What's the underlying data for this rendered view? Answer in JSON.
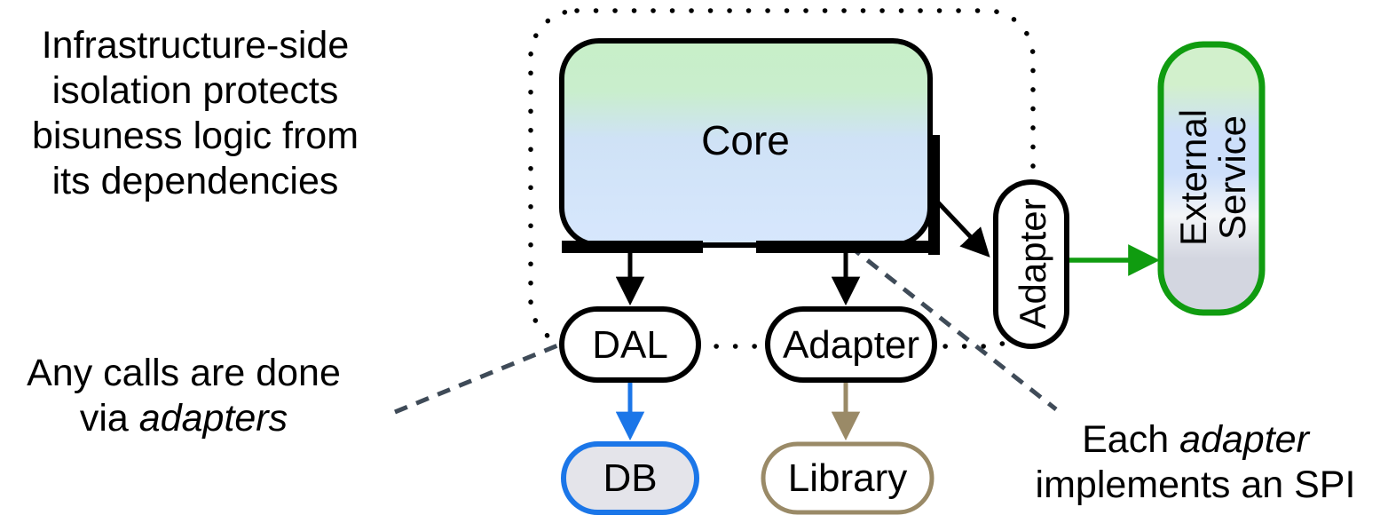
{
  "notes": {
    "isolation": {
      "lines": [
        "Infrastructure-side",
        "isolation protects",
        "bisuness logic from",
        "its dependencies"
      ]
    },
    "calls": {
      "line1": "Any calls are done",
      "line2_prefix": "via ",
      "line2_italic": "adapters"
    },
    "spi": {
      "line1_prefix": "Each ",
      "line1_italic": "adapter",
      "line2": "implements an SPI"
    }
  },
  "nodes": {
    "core": {
      "label": "Core"
    },
    "dal": {
      "label": "DAL"
    },
    "adapter_bottom": {
      "label": "Adapter"
    },
    "adapter_right": {
      "label": "Adapter"
    },
    "db": {
      "label": "DB"
    },
    "library": {
      "label": "Library"
    },
    "external_service": {
      "label_line1": "External",
      "label_line2": "Service"
    }
  },
  "colors": {
    "node_border_black": "#000000",
    "db_arrow_blue": "#1b76e8",
    "db_fill_gray": "#e4e4ea",
    "library_tan": "#9a8a67",
    "external_green": "#109c10",
    "annotation_dash_gray": "#3f4b58",
    "core_gradient_top_green": "#c8efc8",
    "core_gradient_mid_green": "#c9eecd",
    "core_gradient_mid_blue": "#cfe2f6",
    "core_gradient_bottom_blue": "#d7e7fd",
    "ext_gradient_green": "#d2f0cc",
    "ext_gradient_blue": "#cddffa",
    "ext_gradient_white": "#f3f5f8",
    "ext_gradient_gray": "#d3d6e0"
  }
}
